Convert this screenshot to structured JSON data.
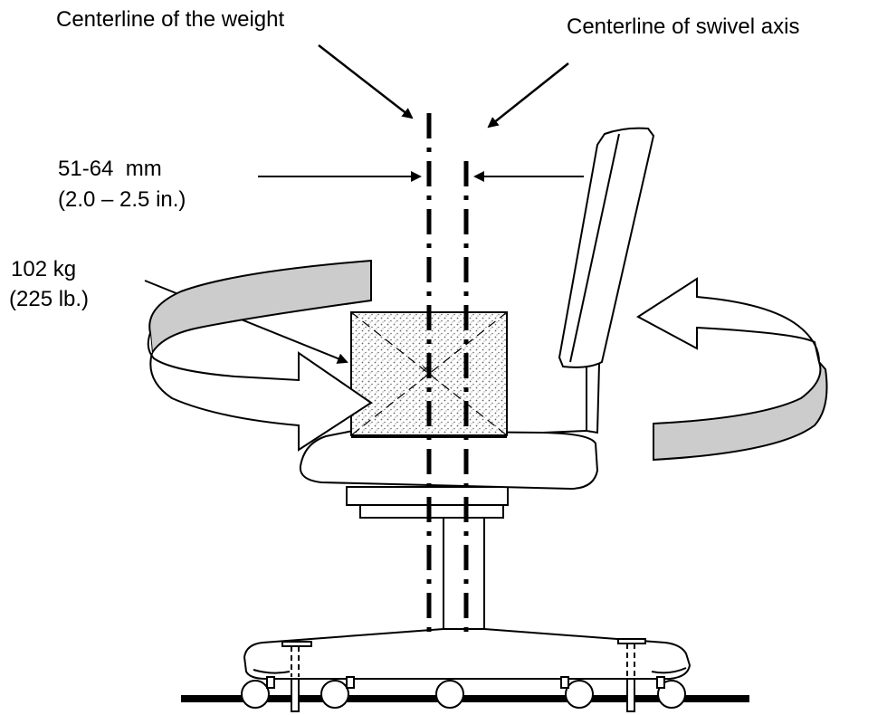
{
  "labels": {
    "weight_centerline": "Centerline of the weight",
    "swivel_centerline": "Centerline of swivel axis",
    "offset_metric": "51-64  mm",
    "offset_imperial": "(2.0 – 2.5 in.)",
    "mass_metric": "102 kg",
    "mass_imperial": "(225 lb.)"
  },
  "colors": {
    "ink": "#000000",
    "rotation_arrow_fill": "#cccccc",
    "weight_stipple": "#666666"
  }
}
